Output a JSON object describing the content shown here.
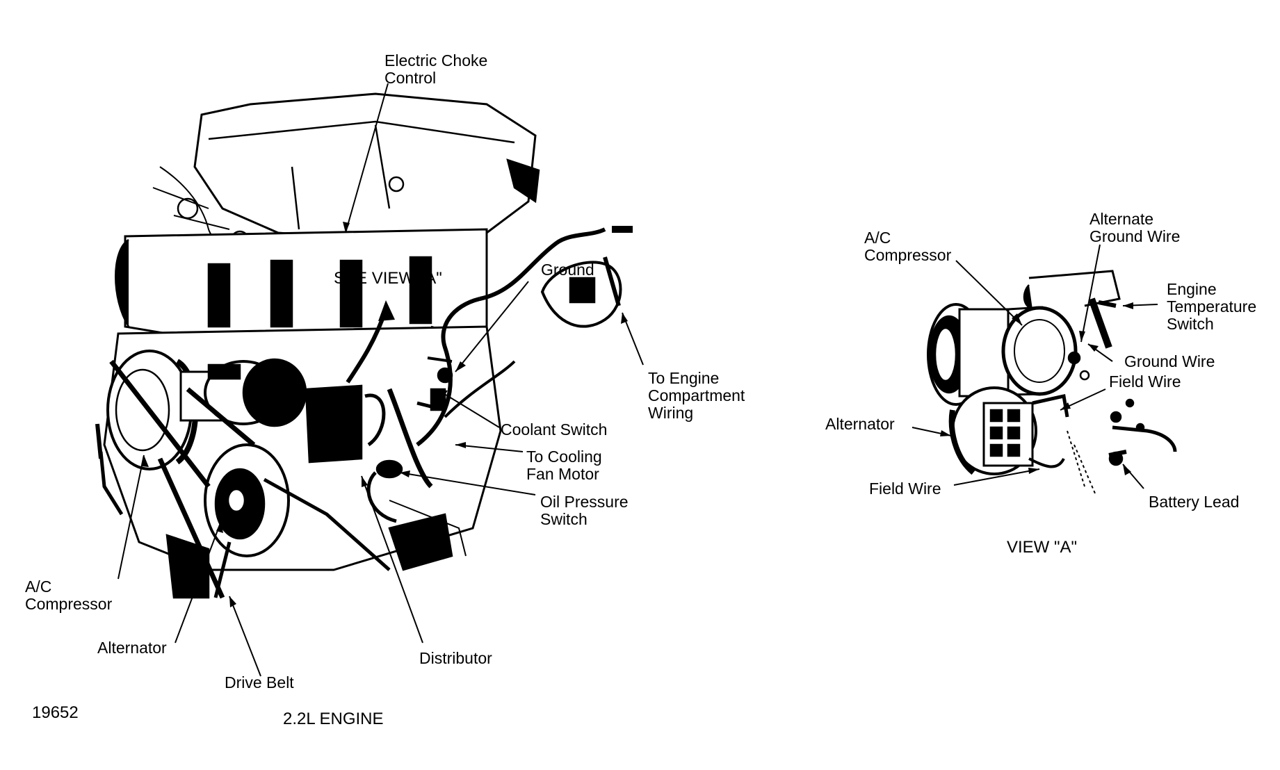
{
  "main_figure": {
    "caption": "2.2L ENGINE",
    "callout": "SEE VIEW \"A\"",
    "labels": {
      "electric_choke": [
        "Electric Choke",
        "Control"
      ],
      "ground": [
        "Ground"
      ],
      "engine_wiring": [
        "To Engine",
        "Compartment",
        "Wiring"
      ],
      "coolant_switch": [
        "Coolant Switch"
      ],
      "cooling_fan": [
        "To Cooling",
        "Fan Motor"
      ],
      "oil_pressure": [
        "Oil Pressure",
        "Switch"
      ],
      "ac_compressor": [
        "A/C",
        "Compressor"
      ],
      "alternator": [
        "Alternator"
      ],
      "drive_belt": [
        "Drive Belt"
      ],
      "distributor": [
        "Distributor"
      ]
    }
  },
  "view_a": {
    "caption": "VIEW \"A\"",
    "labels": {
      "ac_compressor": [
        "A/C",
        "Compressor"
      ],
      "alternate_ground": [
        "Alternate",
        "Ground Wire"
      ],
      "engine_temp": [
        "Engine",
        "Temperature",
        "Switch"
      ],
      "ground_wire": [
        "Ground Wire"
      ],
      "field_wire_top": [
        "Field Wire"
      ],
      "alternator": [
        "Alternator"
      ],
      "field_wire_bottom": [
        "Field Wire"
      ],
      "battery_lead": [
        "Battery Lead"
      ]
    }
  },
  "figure_number": "19652"
}
